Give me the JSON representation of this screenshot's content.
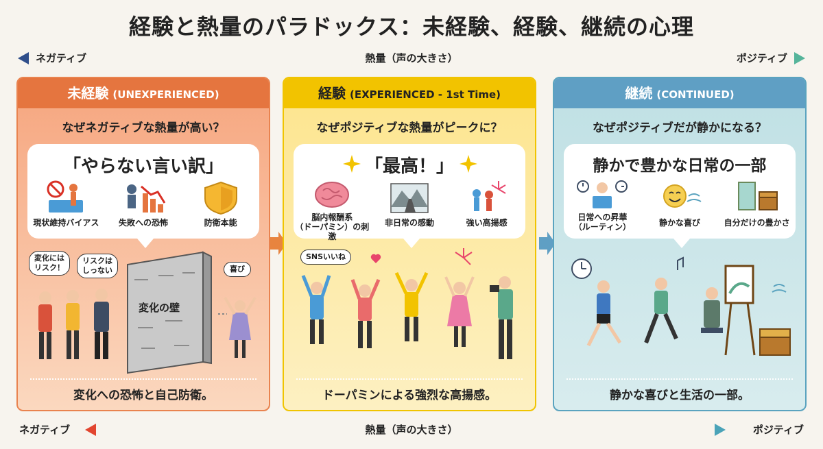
{
  "title": "経験と熱量のパラドックス：未経験、経験、継続の心理",
  "axis_top": {
    "negative": "ネガティブ",
    "center": "熱量（声の大きさ）",
    "positive": "ポジティブ"
  },
  "axis_bottom": {
    "negative": "ネガティブ",
    "center": "熱量（声の大きさ）",
    "positive": "ポジティブ"
  },
  "colors": {
    "orange": "#e5753f",
    "yellow": "#f2c300",
    "blue": "#5f9fc4",
    "axis_start": "#e2452f",
    "axis_end": "#4aa3b8"
  },
  "panels": [
    {
      "title": "未経験",
      "subtitle": "(UNEXPERIENCED)",
      "question": "なぜネガティブな熱量が高い？",
      "bubble_title": "「やらない言い訳」",
      "icons": [
        {
          "icon": "no-swimming-icon",
          "caption": "現状維持バイアス"
        },
        {
          "icon": "falling-chart-icon",
          "caption": "失敗への恐怖"
        },
        {
          "icon": "shield-icon",
          "caption": "防衛本能"
        }
      ],
      "speech_1": "変化には リスク！",
      "speech_2": "リスクは しっない",
      "wall_label": "変化の壁",
      "joy_label": "喜び",
      "conclusion": "変化への恐怖と自己防衛。"
    },
    {
      "title": "経験",
      "subtitle": "(EXPERIENCED - 1st Time)",
      "question": "なぜポジティブな熱量がピークに？",
      "bubble_title": "「最高！」",
      "icons": [
        {
          "icon": "brain-icon",
          "caption_1": "脳内報酬系",
          "caption_2": "（ドーパミン）の刺激"
        },
        {
          "icon": "mountain-road-icon",
          "caption": "非日常の感動"
        },
        {
          "icon": "fireworks-icon",
          "caption": "強い高揚感"
        }
      ],
      "sns_label": "SNSいいね",
      "conclusion": "ドーパミンによる強烈な高揚感。"
    },
    {
      "title": "継続",
      "subtitle": "(CONTINUED)",
      "question": "なぜポジティブだが静かになる？",
      "bubble_title": "静かで豊かな日常の一部",
      "icons": [
        {
          "icon": "reading-clock-icon",
          "caption_1": "日常への昇華",
          "caption_2": "（ルーティン）"
        },
        {
          "icon": "smile-icon",
          "caption": "静かな喜び"
        },
        {
          "icon": "treasure-icon",
          "caption": "自分だけの豊かさ"
        }
      ],
      "conclusion": "静かな喜びと生活の一部。"
    }
  ]
}
